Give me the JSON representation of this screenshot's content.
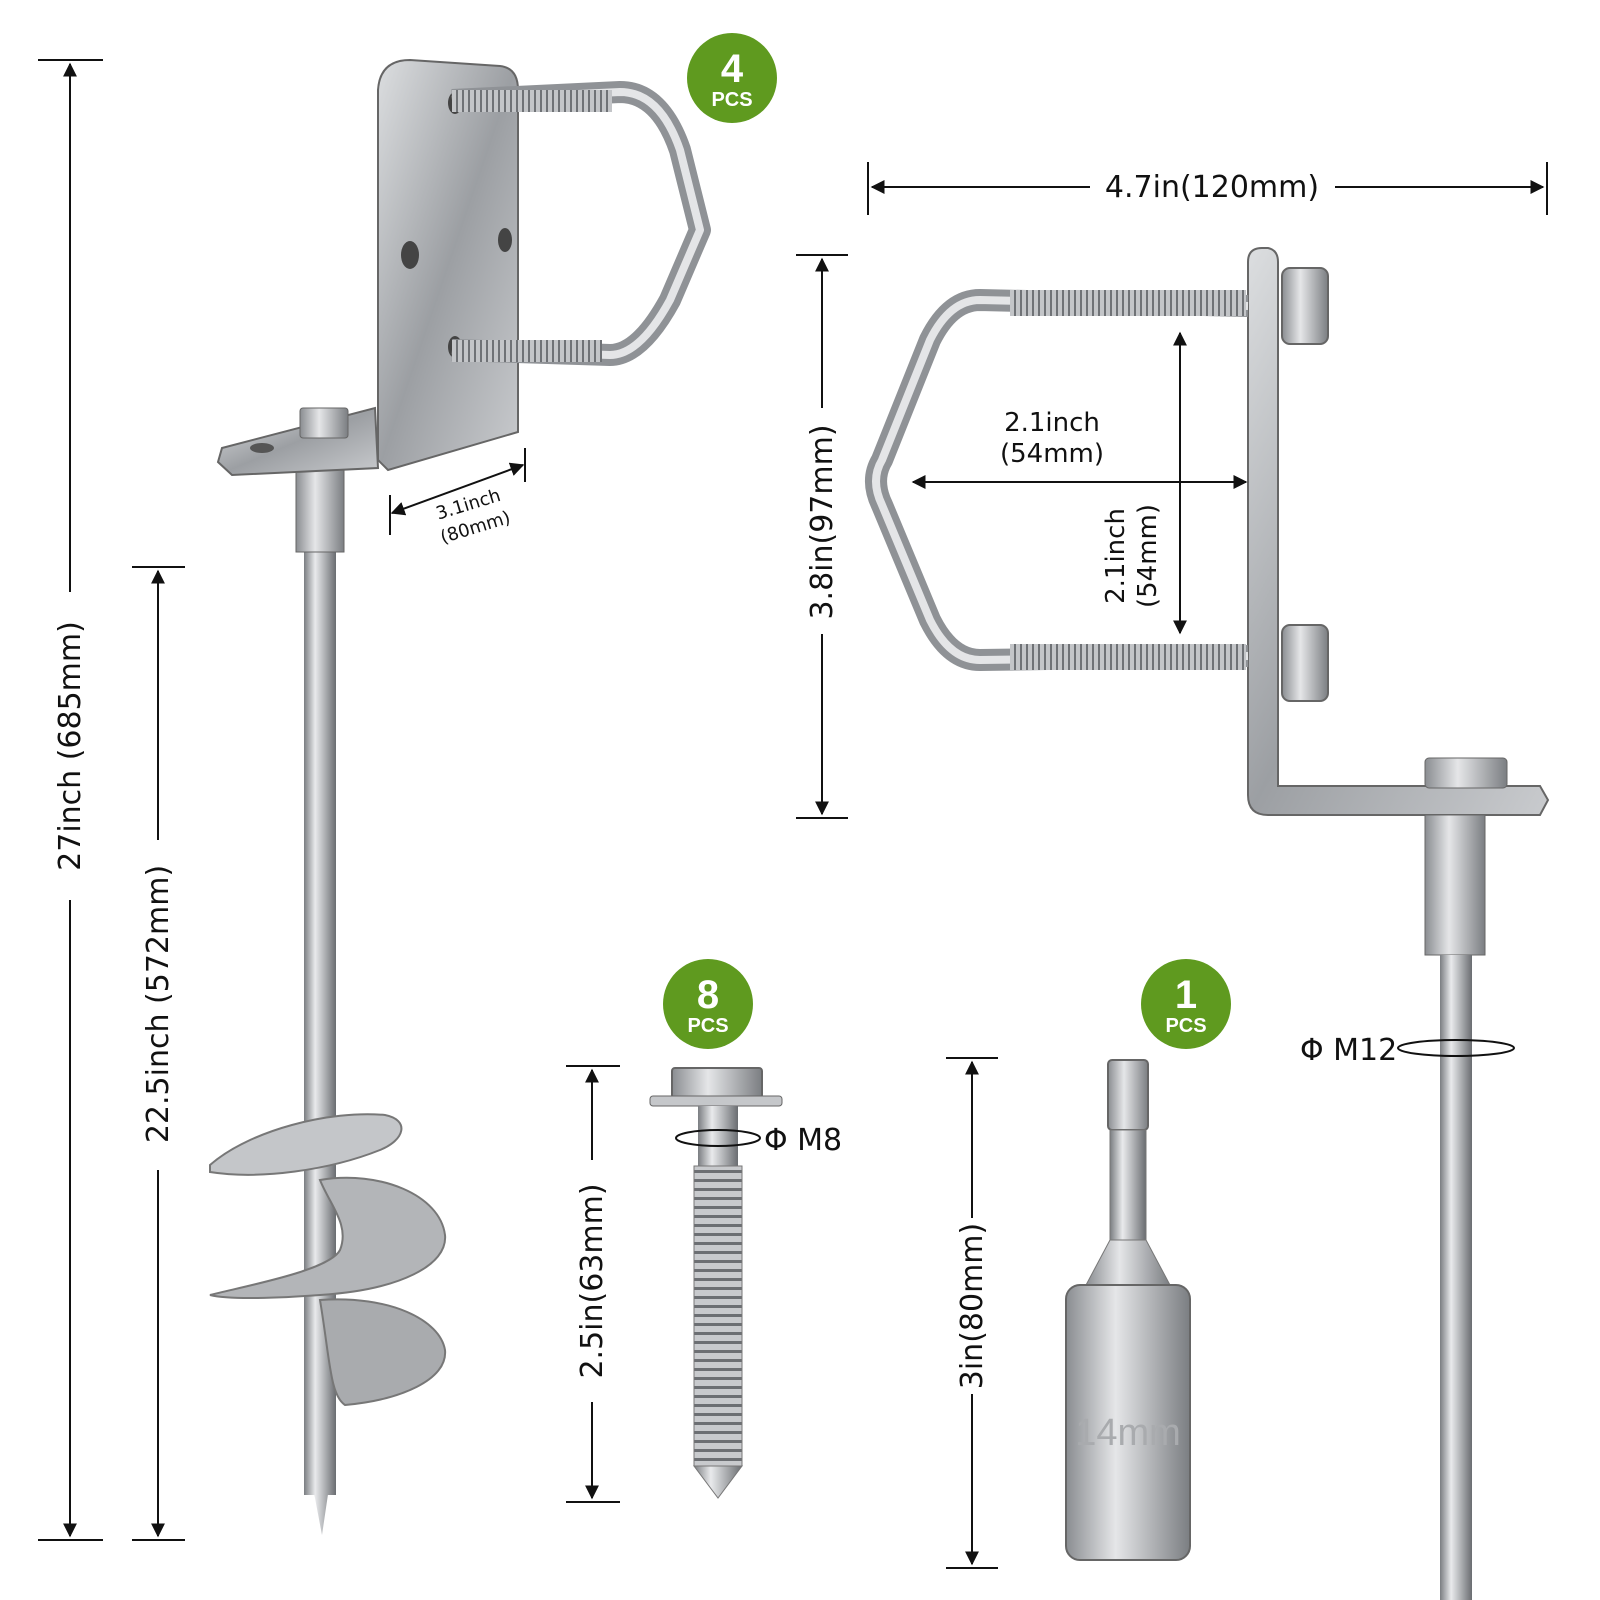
{
  "colors": {
    "badge": "#5f9a1f",
    "steel": "#b4b6b9",
    "steel_dark": "#6d7074",
    "line": "#111111"
  },
  "badges": [
    {
      "count": "4",
      "unit": "PCS"
    },
    {
      "count": "8",
      "unit": "PCS"
    },
    {
      "count": "1",
      "unit": "PCS"
    }
  ],
  "dimensions": {
    "total_height": "27inch (685mm)",
    "stake_length": "22.5inch (572mm)",
    "plate_width_line1": "3.1inch",
    "plate_width_line2": "(80mm)",
    "bracket_width": "4.7in(120mm)",
    "bracket_height": "3.8in(97mm)",
    "ubolt_width_line1": "2.1inch",
    "ubolt_width_line2": "(54mm)",
    "ubolt_span_line1": "2.1inch",
    "ubolt_span_line2": "(54mm)",
    "screw_length": "2.5in(63mm)",
    "screw_diameter": "Φ M8",
    "socket_length": "3in(80mm)",
    "rod_diameter": "Φ M12",
    "socket_size": "14mm"
  },
  "icons": [
    "auger-stake-icon",
    "u-bolt-bracket-icon",
    "lag-screw-icon",
    "socket-adapter-icon"
  ]
}
